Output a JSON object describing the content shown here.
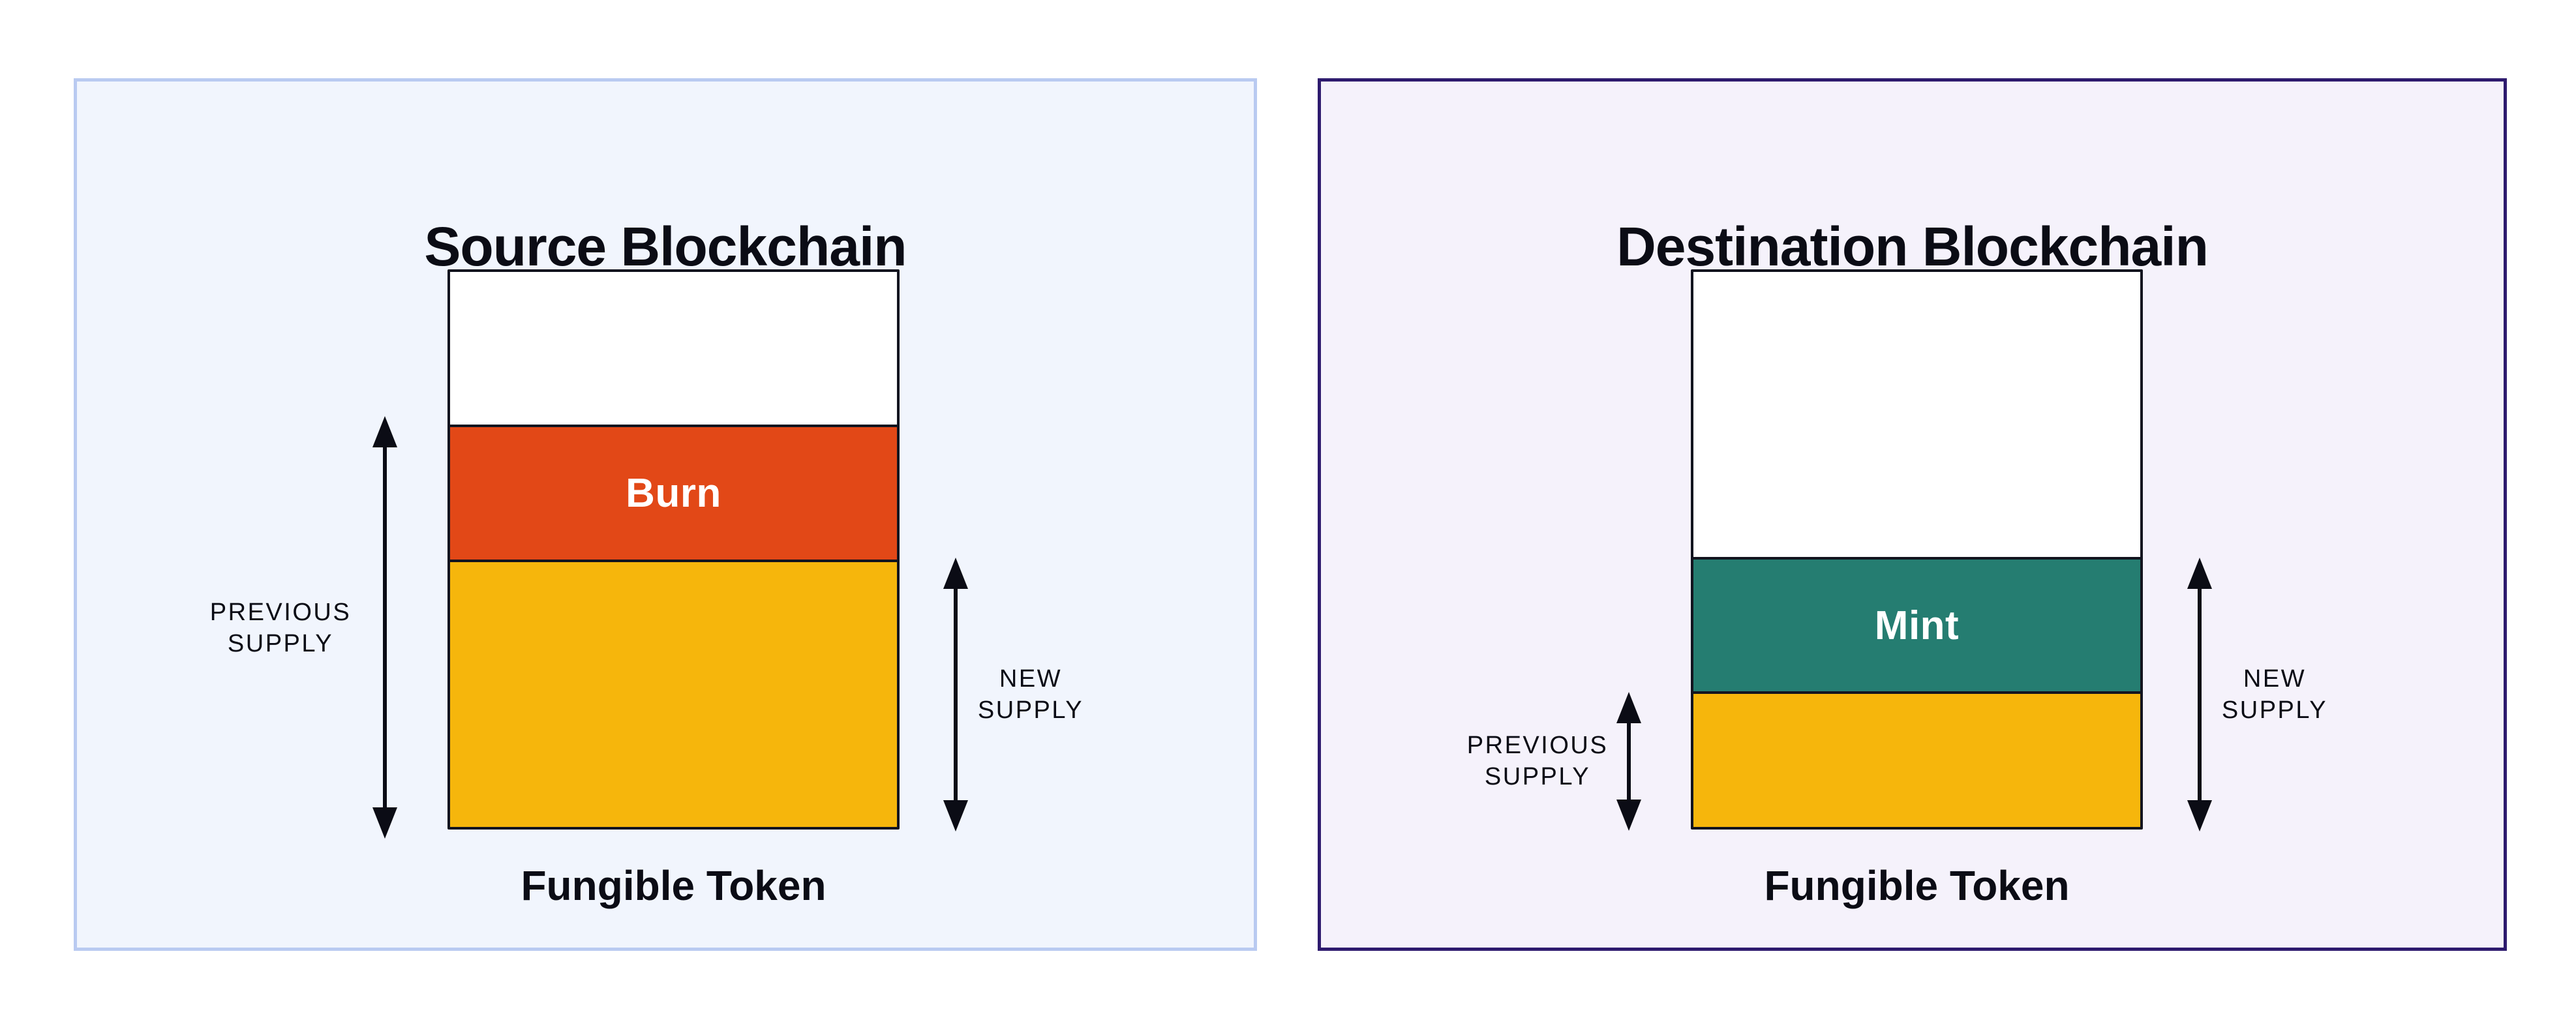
{
  "page": {
    "background": "#ffffff"
  },
  "arrow_color": "#0b0c15",
  "text_color": "#0b0c15",
  "panels": [
    {
      "title": "Source Blockchain",
      "accent": {
        "background": "#f1f5fd",
        "border": "#b9caf1"
      },
      "bar": {
        "border_color": "#12141f",
        "segments": [
          {
            "name": "unissued",
            "label": "",
            "color": "#ffffff",
            "height_pct": 27.5
          },
          {
            "name": "burn",
            "label": "Burn",
            "color": "#e24817",
            "height_pct": 24.3
          },
          {
            "name": "remaining-supply",
            "label": "",
            "color": "#f6b60c",
            "height_pct": 48.2
          }
        ]
      },
      "measures": {
        "previous": {
          "label": "PREVIOUS\nSUPPLY"
        },
        "new": {
          "label": "NEW\nSUPPLY"
        }
      },
      "token_label": "Fungible Token"
    },
    {
      "title": "Destination Blockchain",
      "accent": {
        "background": "#f5f2fb",
        "border": "#2e1b6e"
      },
      "bar": {
        "border_color": "#12141f",
        "segments": [
          {
            "name": "unissued",
            "label": "",
            "color": "#ffffff",
            "height_pct": 51.4
          },
          {
            "name": "mint",
            "label": "Mint",
            "color": "#257d71",
            "height_pct": 24.2
          },
          {
            "name": "previous-supply",
            "label": "",
            "color": "#f6b60c",
            "height_pct": 24.4
          }
        ]
      },
      "measures": {
        "previous": {
          "label": "PREVIOUS\nSUPPLY"
        },
        "new": {
          "label": "NEW\nSUPPLY"
        }
      },
      "token_label": "Fungible Token"
    }
  ]
}
